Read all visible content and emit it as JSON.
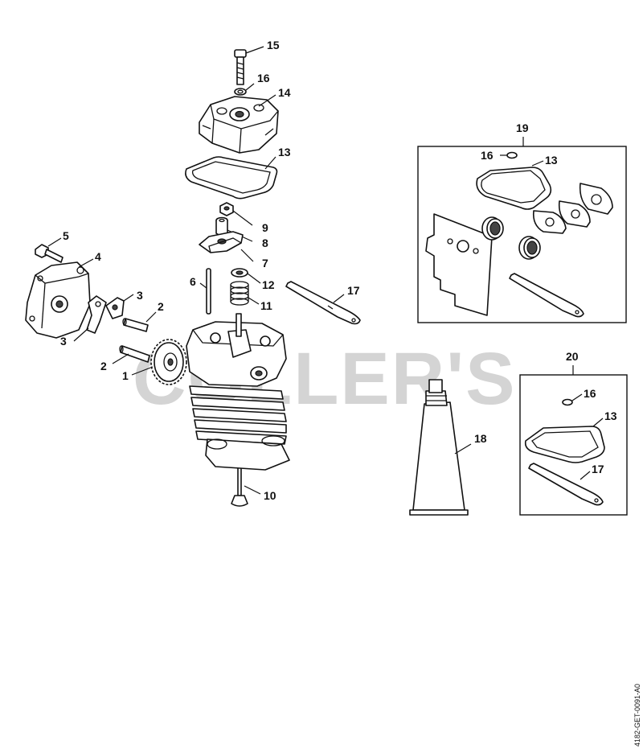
{
  "watermark": "COLLER'S",
  "document_id": "4182-GET-0091-A0",
  "callouts": {
    "c15": "15",
    "c16a": "16",
    "c14": "14",
    "c13a": "13",
    "c9": "9",
    "c8": "8",
    "c7": "7",
    "c12": "12",
    "c11": "11",
    "c6": "6",
    "c5": "5",
    "c4": "4",
    "c3a": "3",
    "c3b": "3",
    "c2a": "2",
    "c2b": "2",
    "c1": "1",
    "c17a": "17",
    "c10": "10",
    "c19": "19",
    "c16b": "16",
    "c13b": "13",
    "c20": "20",
    "c16c": "16",
    "c13c": "13",
    "c17b": "17",
    "c18": "18"
  }
}
